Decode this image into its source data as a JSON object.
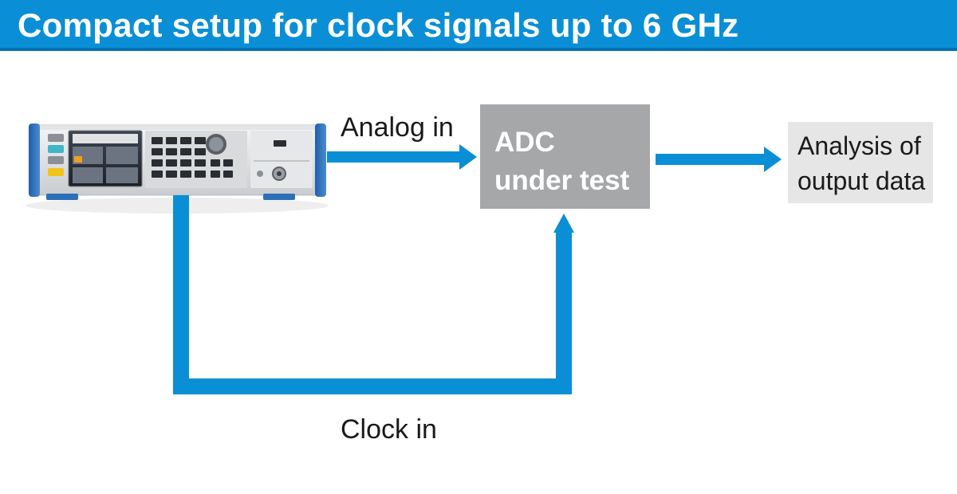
{
  "title": "Compact setup for clock signals up to 6 GHz",
  "labels": {
    "analog_in": "Analog in",
    "clock_in": "Clock in"
  },
  "adc_box": {
    "line1": "ADC",
    "line2": "under test"
  },
  "analysis_box": {
    "line1": "Analysis of",
    "line2": "output data"
  },
  "colors": {
    "brand_blue": "#0a8fd6",
    "connector_blue": "#0a8fd6",
    "adc_box_gray": "#a5a7a9",
    "analysis_box_gray": "#e6e6e6"
  },
  "icons": {
    "instrument": "signal-generator-icon"
  }
}
